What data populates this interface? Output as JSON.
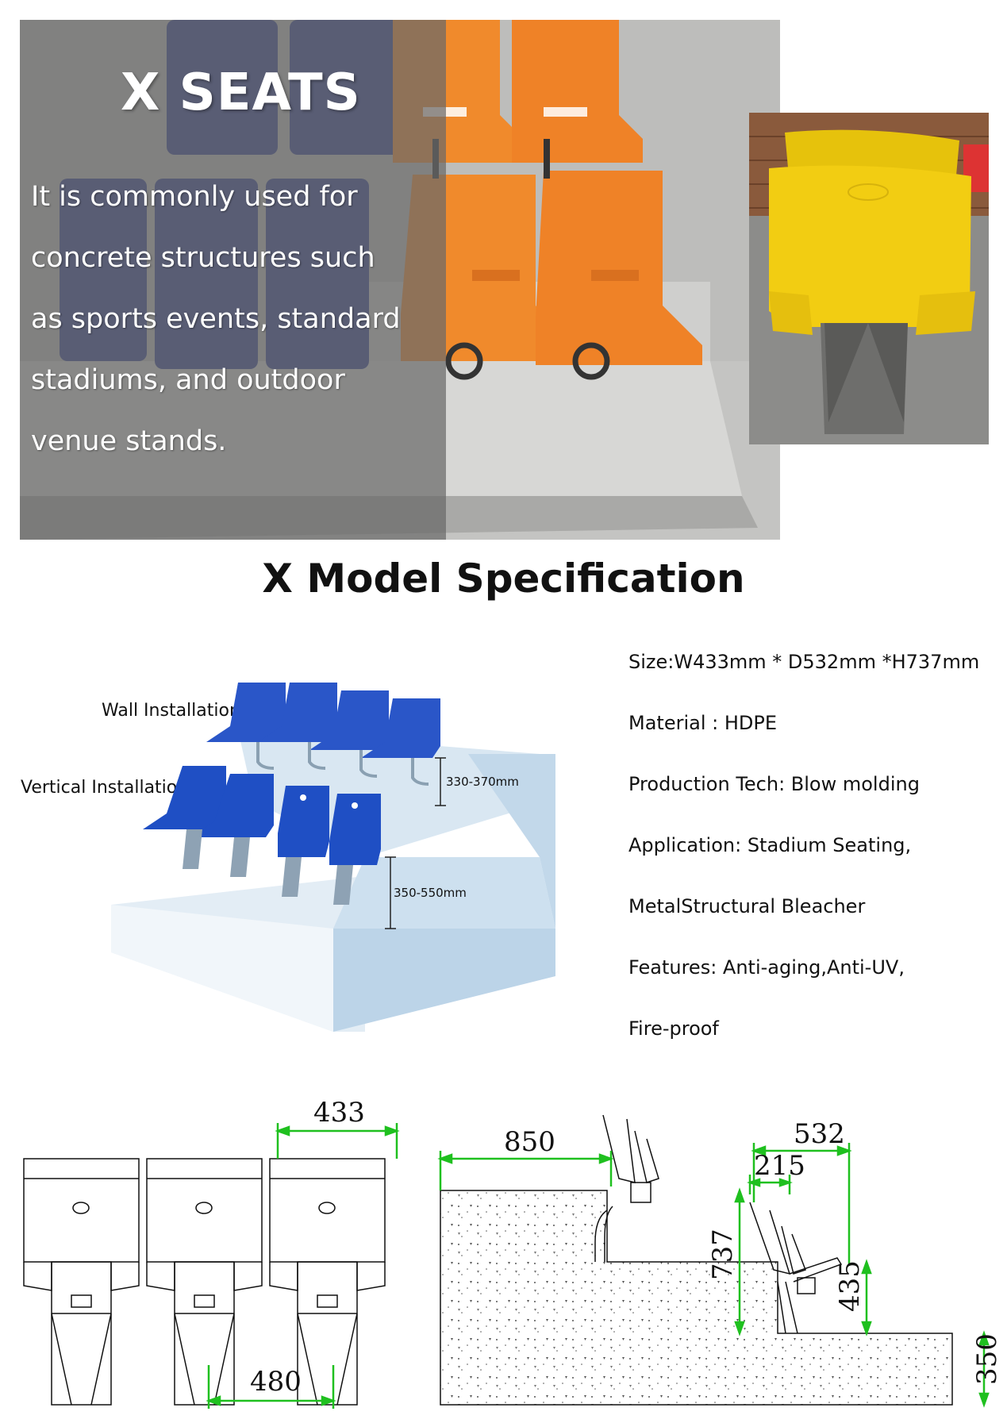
{
  "hero": {
    "title": "X SEATS",
    "description_lines": [
      "It is commonly used for",
      "concrete structures such",
      "as sports events, standard",
      " stadiums, and outdoor",
      "venue stands."
    ]
  },
  "spec": {
    "title": "X Model Specification",
    "items": [
      "Size:W433mm * D532mm *H737mm",
      "Material : HDPE",
      "Production Tech: Blow molding",
      "Application: Stadium Seating,",
      "MetalStructural Bleacher",
      "Features: Anti-aging,Anti-UV,",
      " Fire-proof"
    ],
    "labels": {
      "wall": "Wall Installation",
      "vertical": "Vertical Installation",
      "upper_height": "330-370mm",
      "lower_height": "350-550mm"
    }
  },
  "drawings": {
    "front": {
      "width": "433",
      "spacing": "480"
    },
    "side": {
      "depth_front": "850",
      "depth": "532",
      "offset": "215",
      "height": "737",
      "seat_height": "435",
      "step": "350"
    }
  },
  "colors": {
    "navy_seat": "#2f3f8f",
    "orange_seat": "#f08a2c",
    "yellow_seat": "#f2cd12",
    "blue_seat": "#1f4fc4",
    "dimension_green": "#1fc01f"
  }
}
